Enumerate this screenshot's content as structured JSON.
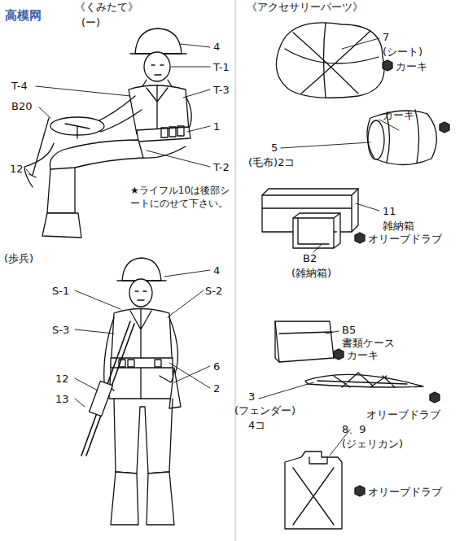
{
  "diagram": {
    "labels": [
      "《くみたて》",
      "(ー)",
      "4",
      "T-1",
      "T-3",
      "T-4",
      "B20",
      "1",
      "12",
      "T-2",
      "★ライフル10は後部シートにのせて下さい。",
      "(歩兵)",
      "4",
      "S-1",
      "S-2",
      "S-3",
      "12",
      "13",
      "6",
      "2",
      "《アクセサリーパーツ》",
      "7",
      "(シート)",
      "カーキ",
      "カーキ",
      "5",
      "(毛布)2コ",
      "11",
      "雑納箱",
      "オリーブドラブ",
      "B2",
      "(雑納箱)",
      "B5",
      "書類ケース",
      "カーキ",
      "3",
      "(フェンダー)",
      "4コ",
      "オリーブドラブ",
      "8、9",
      "(ジェリカン)",
      "オリーブドラブ",
      "高模网"
    ]
  }
}
